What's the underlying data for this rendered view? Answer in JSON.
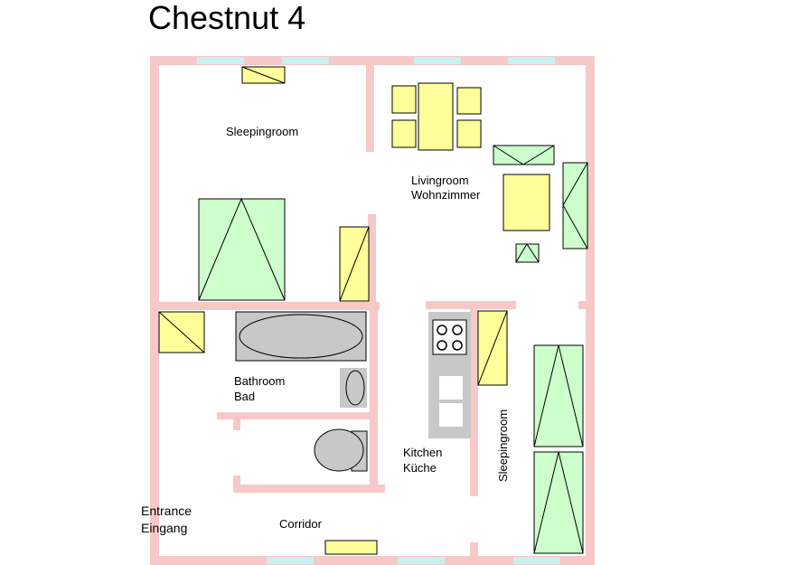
{
  "title": "Chestnut 4",
  "rooms": {
    "sleepingroom_1": "Sleepingroom",
    "livingroom": "Livingroom",
    "livingroom_de": "Wohnzimmer",
    "bathroom": "Bathroom",
    "bathroom_de": "Bad",
    "kitchen": "Kitchen",
    "kitchen_de": "Küche",
    "sleepingroom_2": "Sleepingroom",
    "entrance": "Entrance",
    "entrance_de": "Eingang",
    "corridor": "Corridor"
  },
  "colors": {
    "wall": "#f7c8c8",
    "window": "#c8f0f0",
    "furniture_yellow": "#ffff99",
    "furniture_green": "#ccffcc",
    "fixture_grey": "#c8c8c8"
  }
}
